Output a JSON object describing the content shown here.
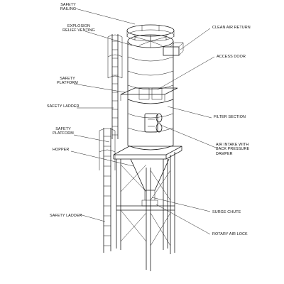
{
  "labels": {
    "safety_railing": [
      "SAFETY",
      "RAILING"
    ],
    "explosion_relief": [
      "EXPLOSION",
      "RELIEF VENTING"
    ],
    "safety_platform_upper": [
      "SAFETY",
      "PLATFORM"
    ],
    "safety_ladder_upper": "SAFETY LADDER",
    "safety_platform_lower": [
      "SAFETY",
      "PLATFORM"
    ],
    "hopper": "HOPPER",
    "safety_ladder_lower": "SAFETY LADDER",
    "clean_air_return": "CLEAN AIR RETURN",
    "access_door": "ACCESS DOOR",
    "filter_section": "FILTER SECTION",
    "air_intake": [
      "AIR INTAKE WITH",
      "BACK PRESSURE",
      "DAMPER"
    ],
    "surge_chute": "SURGE CHUTE",
    "rotary_air_lock": "ROTARY AIR LOCK"
  }
}
